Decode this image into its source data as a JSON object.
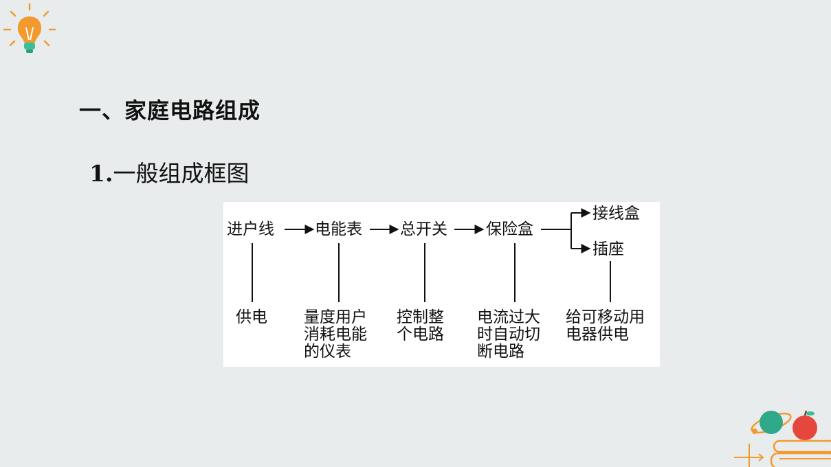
{
  "heading": "一、家庭电路组成",
  "subheading": {
    "number": "1.",
    "text": "一般组成框图"
  },
  "diagram": {
    "nodes": {
      "incoming_line": "进户线",
      "meter": "电能表",
      "main_switch": "总开关",
      "fuse_box": "保险盒",
      "junction_box": "接线盒",
      "socket": "插座"
    },
    "descriptions": {
      "incoming_line": "供电",
      "meter": "量度用户\n消耗电能\n的仪表",
      "main_switch": "控制整\n个电路",
      "fuse_box": "电流过大\n时自动切\n断电路",
      "socket": "给可移动用\n电器供电"
    }
  },
  "colors": {
    "background": "#e9ecec",
    "diagram_background": "#ffffff",
    "bulb": "#f29a2e",
    "bulb_base": "#3bbf9b"
  },
  "icons": [
    "lightbulb-icon",
    "planet-icon",
    "apple-icon",
    "books-icon"
  ]
}
